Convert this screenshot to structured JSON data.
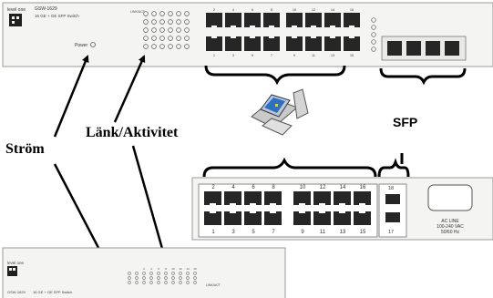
{
  "front_panel": {
    "brand": "level one",
    "model": "GSW-1629",
    "subtitle": "16 GE + GE SFP Switch",
    "power_label": "Power",
    "link_act_label": "LINK/ACT",
    "port_numbers_top": [
      "2",
      "4",
      "6",
      "8",
      "10",
      "12",
      "14",
      "16"
    ],
    "port_numbers_bottom": [
      "1",
      "3",
      "5",
      "7",
      "9",
      "11",
      "13",
      "15"
    ]
  },
  "callouts": {
    "power": "Ström",
    "link_activity": "Länk/Aktivitet",
    "sfp": "SFP"
  },
  "rear_panel": {
    "port_numbers_top": [
      "2",
      "4",
      "6",
      "8",
      "10",
      "12",
      "14",
      "16"
    ],
    "port_numbers_bottom": [
      "1",
      "3",
      "5",
      "7",
      "9",
      "11",
      "13",
      "15"
    ],
    "sfp_top": "18",
    "sfp_bottom": "17",
    "ac_line": "AC LINE",
    "voltage": "100-240 VAC",
    "frequency": "50/60 Hz"
  },
  "lower_panel": {
    "brand": "level one",
    "model": "GSW-1629",
    "subtitle": "16 GE + GE SFP Switch",
    "port_leds": [
      "2",
      "4",
      "6",
      "8",
      "10",
      "12",
      "14",
      "16"
    ],
    "link_act": "LINK/ACT"
  },
  "colors": {
    "panel": "#f4f4f2",
    "port": "#262626",
    "outline": "#9a9a9a",
    "arrow": "#000000"
  }
}
